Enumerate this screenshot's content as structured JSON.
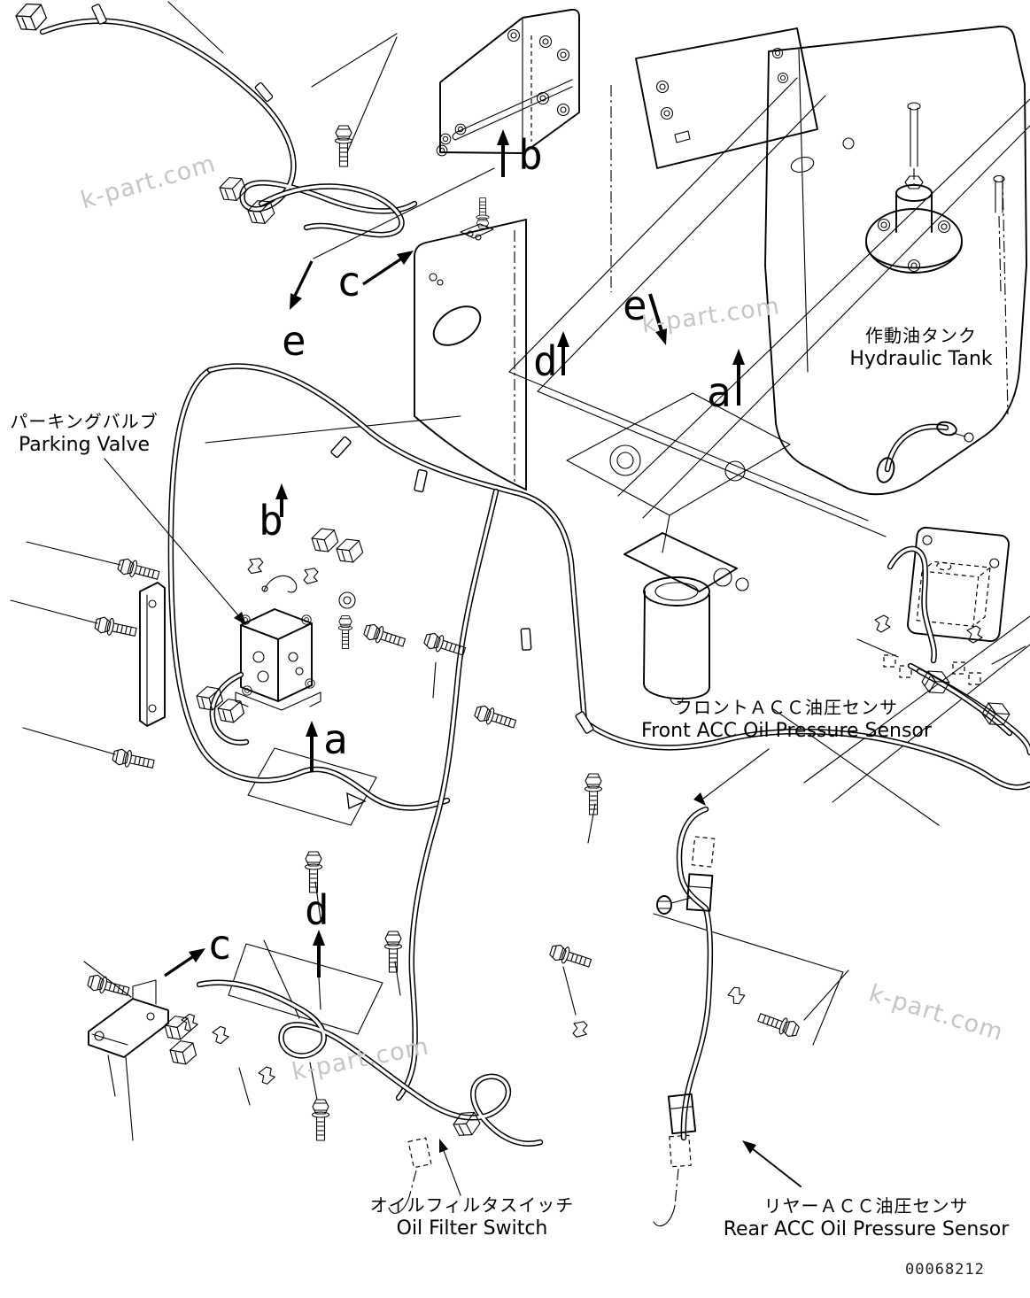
{
  "page": {
    "background_color": "#ffffff",
    "line_color": "#000000",
    "drawing_number": "00068212"
  },
  "watermark": {
    "text": "k-part.com",
    "color": "#c6c6c6"
  },
  "labels": {
    "hydraulic_tank": {
      "jp": "作動油タンク",
      "en": "Hydraulic Tank"
    },
    "parking_valve": {
      "jp": "パーキングバルブ",
      "en": "Parking Valve"
    },
    "front_acc_sensor": {
      "jp": "フロントＡＣＣ油圧センサ",
      "en": "Front ACC Oil Pressure Sensor"
    },
    "oil_filter_switch": {
      "jp": "オイルフィルタスイッチ",
      "en": "Oil Filter Switch"
    },
    "rear_acc_sensor": {
      "jp": "リヤーＡＣＣ油圧センサ",
      "en": "Rear ACC Oil Pressure Sensor"
    }
  },
  "callouts": {
    "b_top": {
      "letter": "b"
    },
    "c_top": {
      "letter": "c"
    },
    "e_top_left": {
      "letter": "e"
    },
    "e_mid": {
      "letter": "e"
    },
    "d_mid": {
      "letter": "d"
    },
    "a_mid": {
      "letter": "a"
    },
    "b_left": {
      "letter": "b"
    },
    "a_left": {
      "letter": "a"
    },
    "c_bottom": {
      "letter": "c"
    },
    "d_bottom": {
      "letter": "d"
    }
  }
}
